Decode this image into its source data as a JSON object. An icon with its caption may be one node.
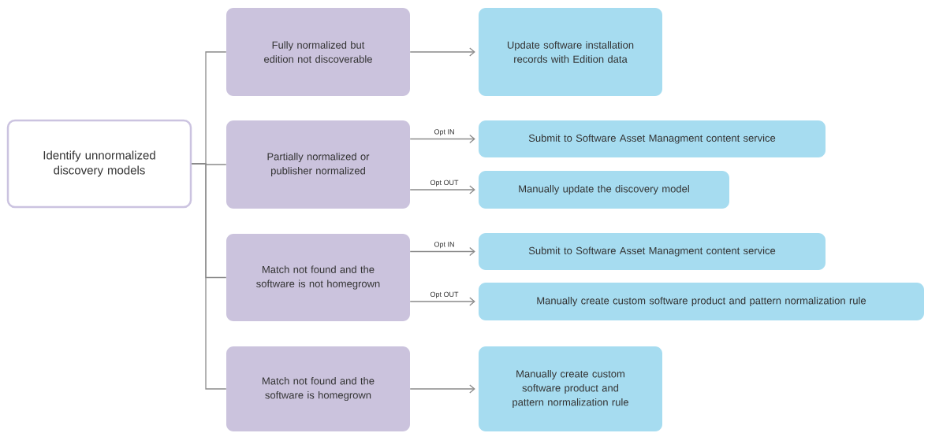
{
  "diagram": {
    "nodes": [
      {
        "text": [
          "Identify unnormalized discovery models"
        ]
      },
      {
        "text": [
          "Fully normalized but edition not discoverable"
        ]
      },
      {
        "text": [
          "Partially normalized or publisher normalized"
        ]
      },
      {
        "text": [
          "Match not found and the software is not homegrown"
        ]
      },
      {
        "text": [
          "Match not found and the software is homegrown"
        ]
      },
      {
        "text": [
          "Update software installation records with Edition data"
        ]
      },
      {
        "text": [
          "Submit to Software Asset Managment content service"
        ]
      },
      {
        "text": [
          "Manually update the discovery model"
        ]
      },
      {
        "text": [
          "Submit to Software Asset Managment content service"
        ]
      },
      {
        "text": [
          "Manually create custom software product and pattern normalization rule"
        ]
      },
      {
        "text": [
          "Manually create custom software product and pattern normalization rule"
        ]
      }
    ],
    "edges": [
      {
        "from": 0,
        "to": 1,
        "arrow": "none"
      },
      {
        "from": 0,
        "to": 2,
        "arrow": "none"
      },
      {
        "from": 0,
        "to": 3,
        "arrow": "none"
      },
      {
        "from": 0,
        "to": 4,
        "arrow": "none"
      },
      {
        "from": 1,
        "to": 5,
        "arrow": "to"
      },
      {
        "from": 2,
        "to": 6,
        "arrow": "to",
        "label": "Opt IN"
      },
      {
        "from": 2,
        "to": 7,
        "arrow": "to",
        "label": "Opt OUT"
      },
      {
        "from": 3,
        "to": 8,
        "arrow": "to",
        "label": "Opt IN"
      },
      {
        "from": 3,
        "to": 9,
        "arrow": "to",
        "label": "Opt OUT"
      },
      {
        "from": 4,
        "to": 10,
        "arrow": "to"
      }
    ]
  }
}
